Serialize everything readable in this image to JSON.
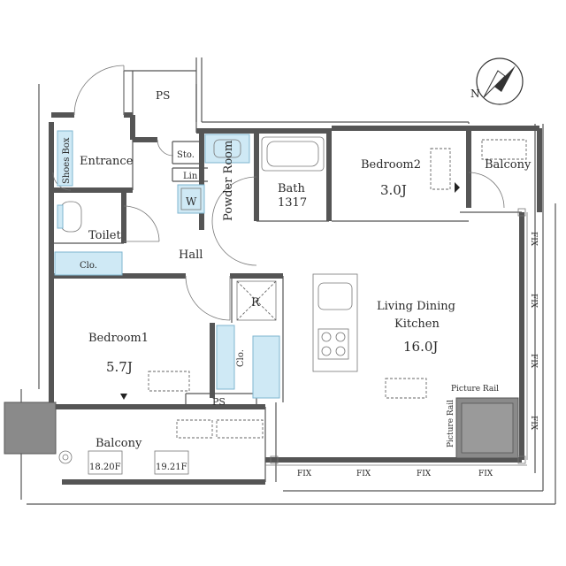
{
  "compass": {
    "label": "N"
  },
  "rooms": {
    "ps_top": "PS",
    "shoes_box": "Shoes Box",
    "entrance": "Entrance",
    "sto": "Sto.",
    "lin": "Lin",
    "washer": "W",
    "powder_room": "Powder Room",
    "bath_label": "Bath",
    "bath_size": "1317",
    "bedroom2_label": "Bedroom2",
    "bedroom2_size": "3.0J",
    "balcony_right": "Balcony",
    "toilet": "Toilet",
    "hall": "Hall",
    "closet_left": "Clo.",
    "refrigerator": "R",
    "ldk_line1": "Living Dining",
    "ldk_line2": "Kitchen",
    "ldk_size": "16.0J",
    "bedroom1_label": "Bedroom1",
    "bedroom1_size": "5.7J",
    "closet_bed1": "Clo.",
    "ps_bottom": "PS",
    "balcony_bottom": "Balcony",
    "floor_left": "18.20F",
    "floor_right": "19.21F",
    "picture_rail_h": "Picture Rail",
    "picture_rail_v": "Picture Rail"
  },
  "fix_labels": {
    "right_1": "FIX",
    "right_2": "FIX",
    "right_3": "FIX",
    "right_4": "FIX",
    "bottom_1": "FIX",
    "bottom_2": "FIX",
    "bottom_3": "FIX",
    "bottom_4": "FIX"
  }
}
